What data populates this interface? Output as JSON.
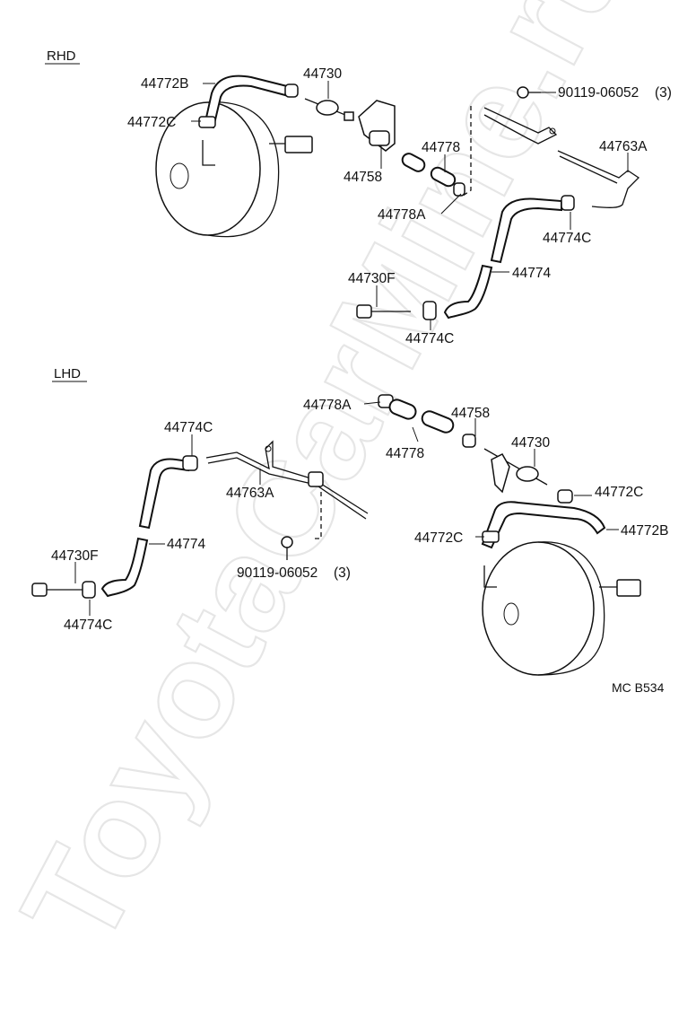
{
  "sections": {
    "rhd": "RHD",
    "lhd": "LHD"
  },
  "watermark": "ToyotaCarMine.ru",
  "diagram_code": "MC B534",
  "rhd_labels": {
    "p44772B": "44772B",
    "p44730": "44730",
    "p44772C": "44772C",
    "p44758": "44758",
    "p44778": "44778",
    "p44778A": "44778A",
    "p90119": "90119-06052",
    "p90119_qty": "(3)",
    "p44763A": "44763A",
    "p44774C_a": "44774C",
    "p44774": "44774",
    "p44730F": "44730F",
    "p44774C_b": "44774C"
  },
  "lhd_labels": {
    "p44778A": "44778A",
    "p44758": "44758",
    "p44774C_a": "44774C",
    "p44778": "44778",
    "p44730": "44730",
    "p44763A": "44763A",
    "p44772C_a": "44772C",
    "p44772B": "44772B",
    "p44774": "44774",
    "p44730F": "44730F",
    "p44772C_b": "44772C",
    "p90119": "90119-06052",
    "p90119_qty": "(3)",
    "p44774C_b": "44774C"
  }
}
